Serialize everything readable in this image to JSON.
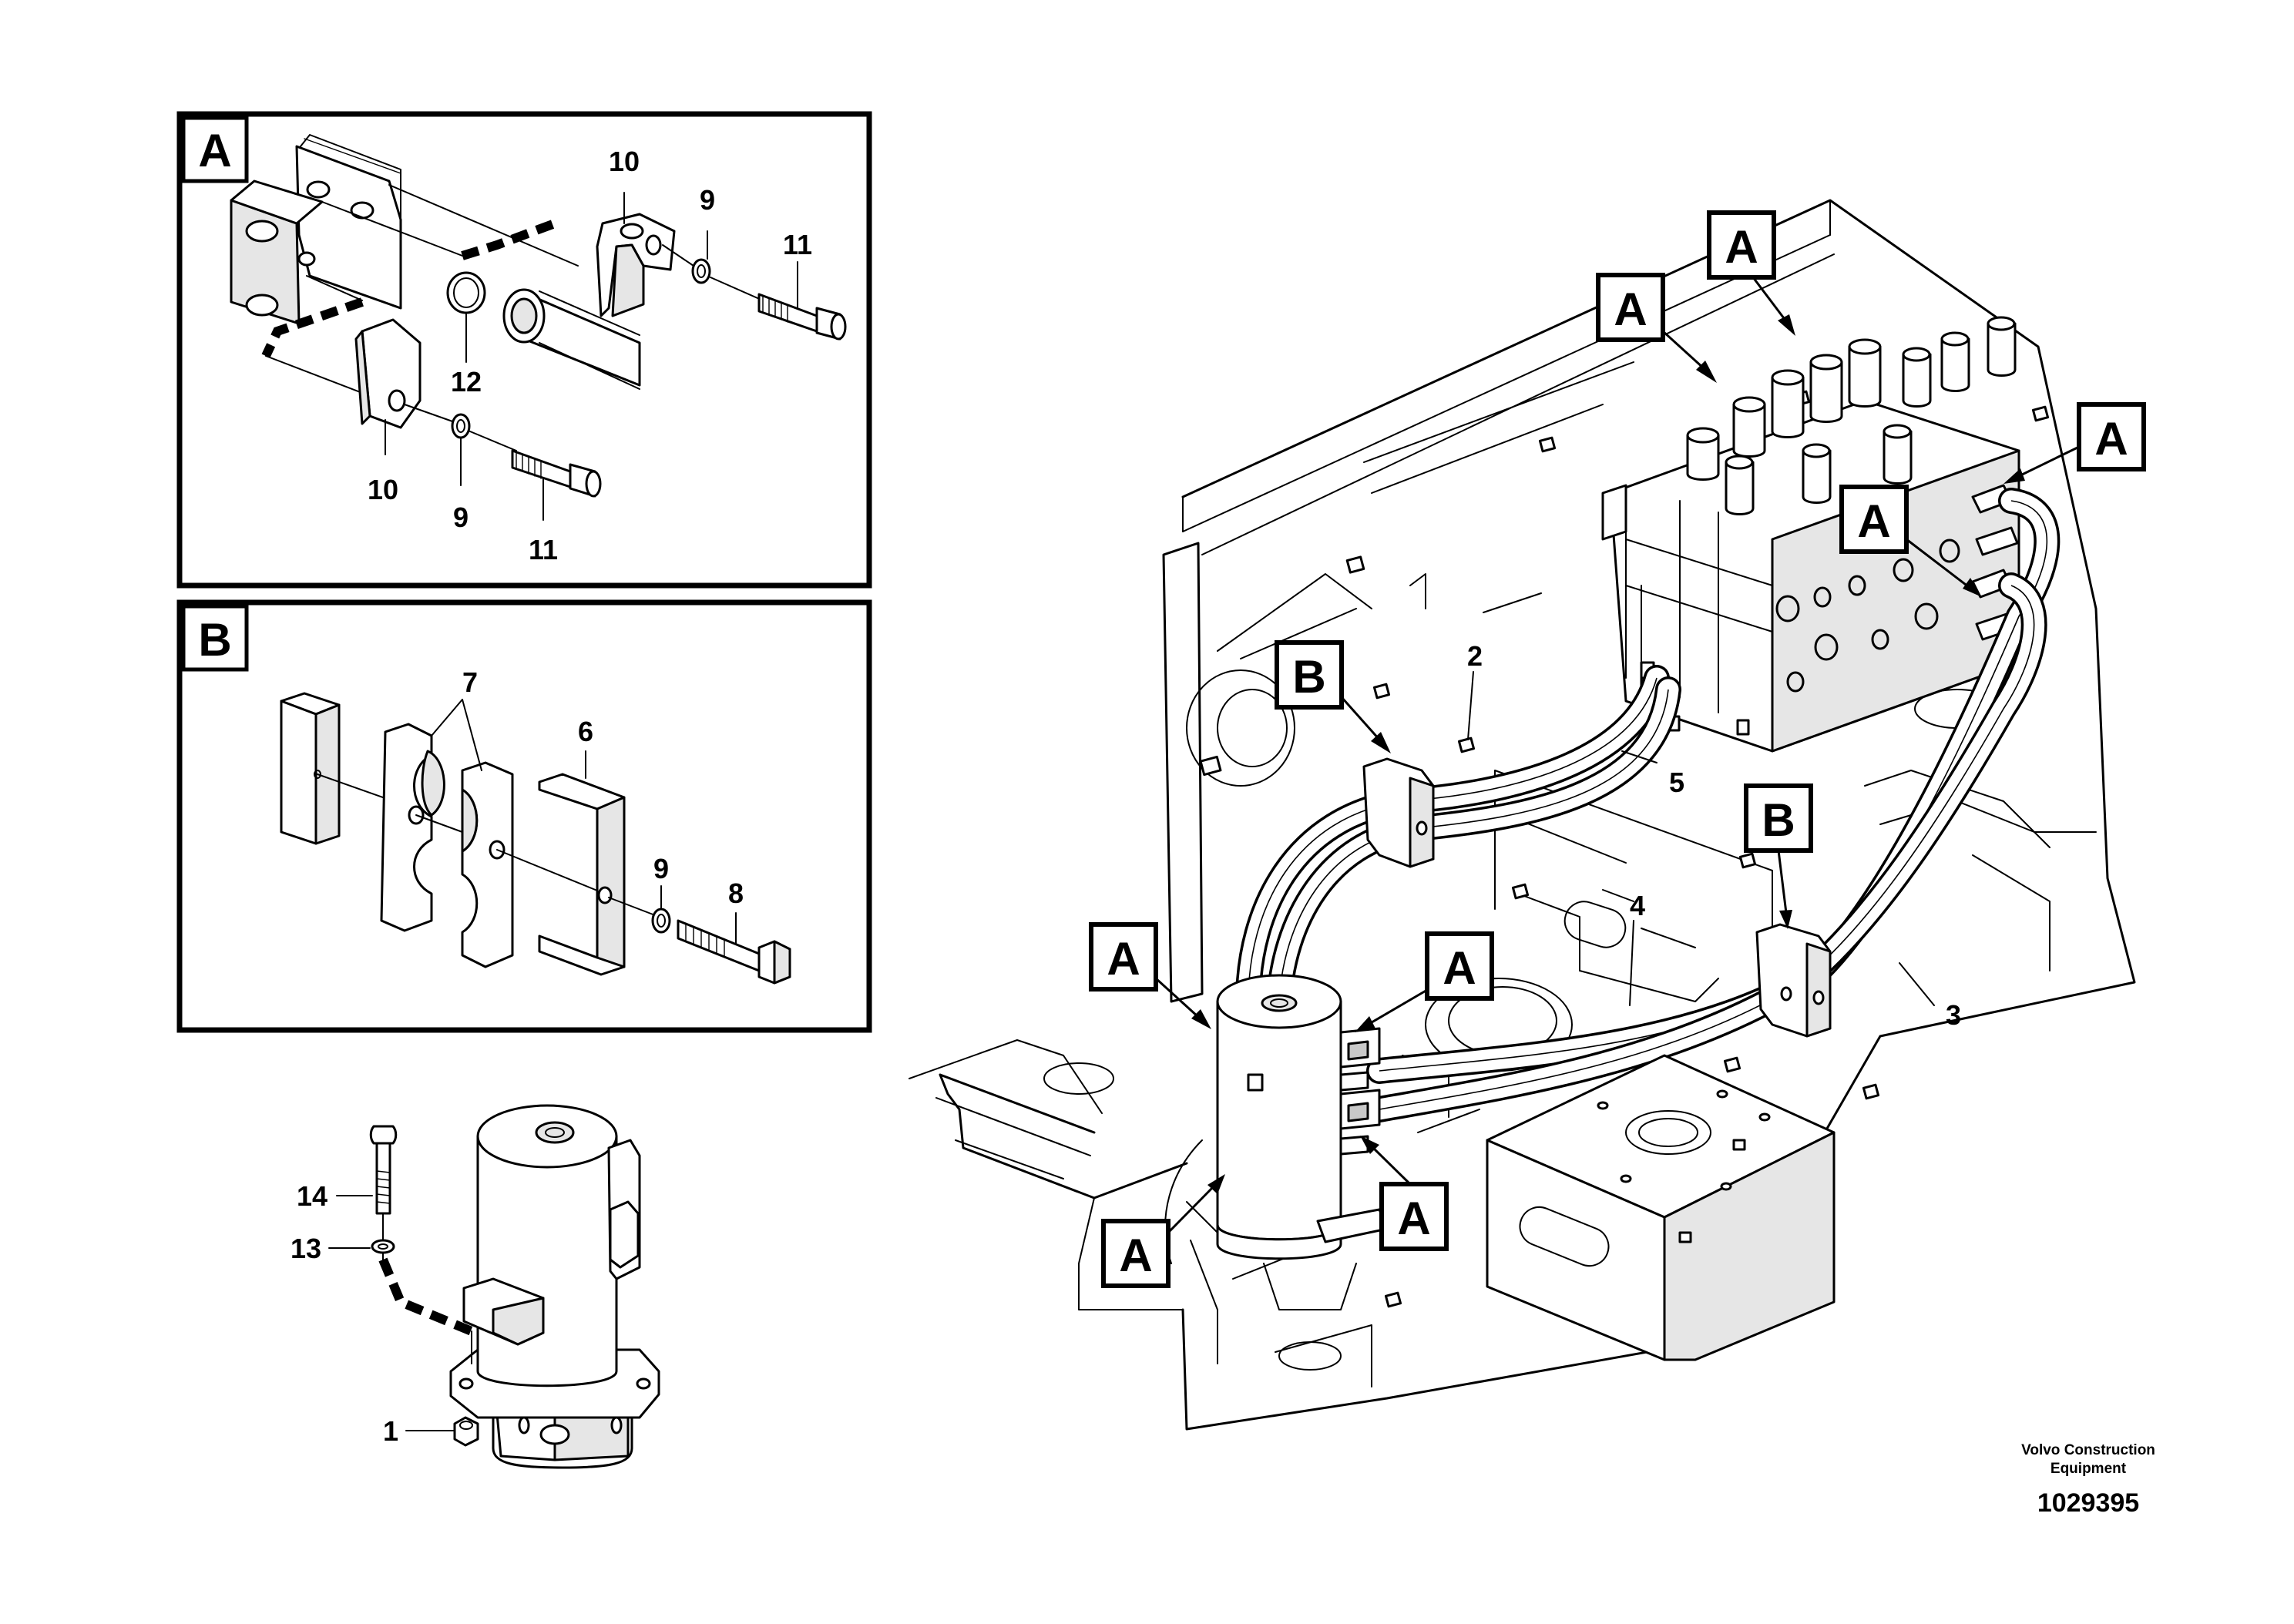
{
  "detail_a": {
    "tag": "A",
    "labels": [
      "10",
      "9",
      "11",
      "12",
      "10",
      "9",
      "11"
    ]
  },
  "detail_b": {
    "tag": "B",
    "labels": [
      "7",
      "6",
      "9",
      "8"
    ]
  },
  "detail_motor": {
    "labels": [
      "14",
      "13",
      "1"
    ]
  },
  "main_view": {
    "callouts": [
      "A",
      "A",
      "A",
      "A",
      "B",
      "B",
      "A",
      "A",
      "A",
      "A"
    ],
    "hose_labels": [
      "2",
      "5",
      "4",
      "3"
    ]
  },
  "footer": {
    "company_line1": "Volvo Construction",
    "company_line2": "Equipment",
    "doc_number": "1029395"
  }
}
